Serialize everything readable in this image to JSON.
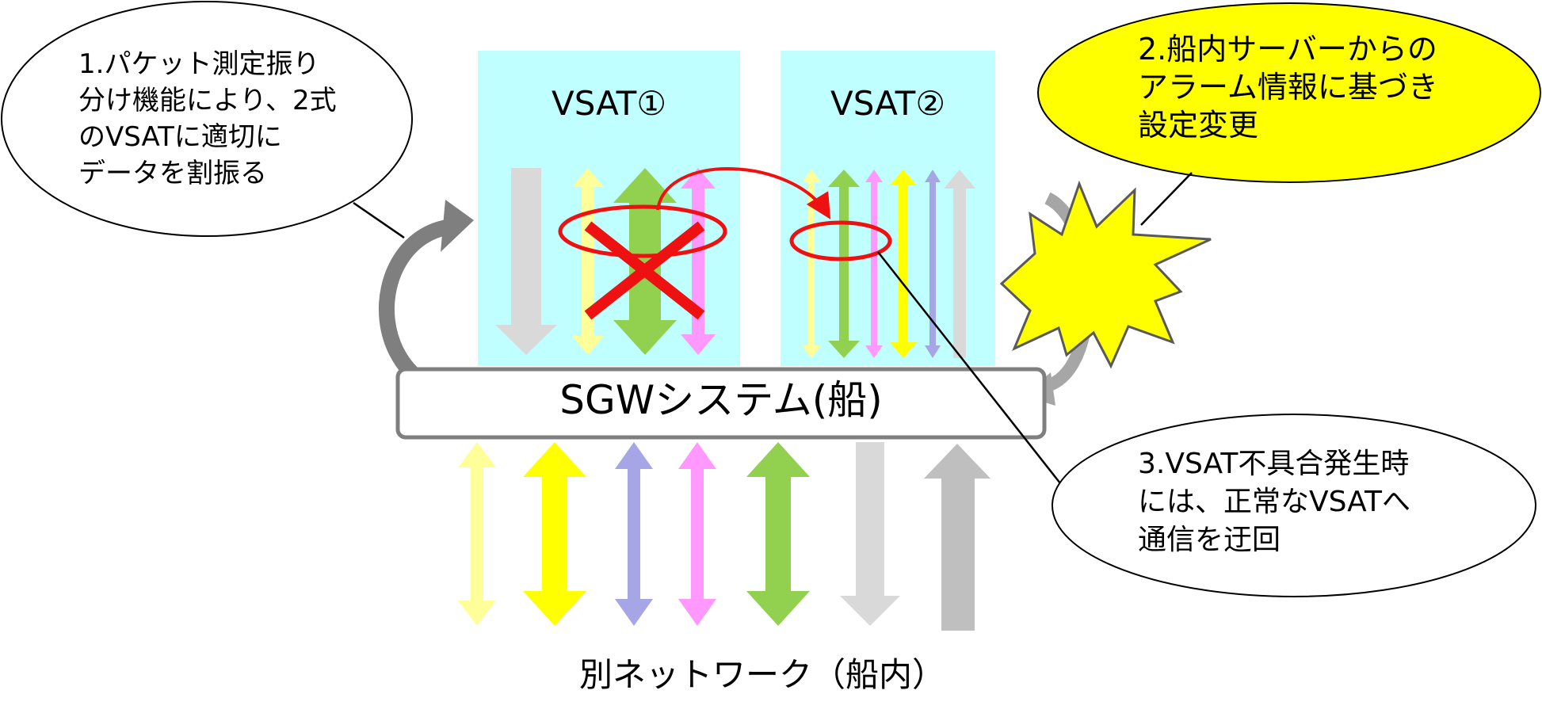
{
  "vsat1": {
    "label": "VSAT①"
  },
  "vsat2": {
    "label": "VSAT②"
  },
  "sgw": {
    "label": "SGWシステム(船)"
  },
  "network": {
    "label": "別ネットワーク（船内）"
  },
  "callouts": {
    "c1": {
      "lines": [
        "1.パケット測定振り",
        "分け機能により、2式",
        "のVSATに適切に",
        "データを割振る"
      ]
    },
    "c2": {
      "lines": [
        "2.船内サーバーからの",
        "アラーム情報に基づき",
        "設定変更"
      ]
    },
    "c3": {
      "lines": [
        "3.VSAT不具合発生時",
        "には、正常なVSATへ",
        "通信を迂回"
      ]
    }
  },
  "colors": {
    "panel": "#c0ffff",
    "red": "#ee1111",
    "curve_arrow": "#7f7f7f",
    "burst": "#ffff00",
    "callout2_fill": "#ffff00",
    "stream_gray": "#d9d9d9",
    "stream_light_yellow": "#ffff99",
    "stream_green": "#92d050",
    "stream_pink": "#ff99ff",
    "stream_yellow": "#ffff00",
    "stream_lavender": "#a6a6e6",
    "stream_dark_gray": "#bfbfbf"
  }
}
